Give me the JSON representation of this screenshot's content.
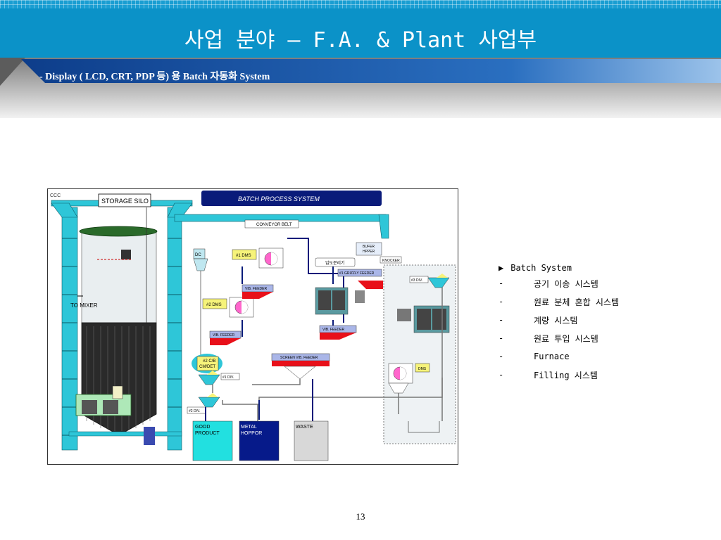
{
  "slide": {
    "title": "사업 분야 – F.A. & Plant 사업부",
    "subtitle": "- Display ( LCD, CRT, PDP 등) 용 Batch 자동화 System",
    "page_number": "13"
  },
  "diagram": {
    "banner": "BATCH PROCESS SYSTEM",
    "storage_silo": "STORAGE SILO",
    "ccc": "CCC",
    "conveyor_belt": "CONVEYOR BELT",
    "to_mixer": "TO MIXER",
    "dms1": "#1 DMS",
    "dms2": "#2 DMS",
    "dms3": "DMS",
    "dc": "DC",
    "vib_feeder": "VIB. FEEDER",
    "grizzly_feeder": "#1 GRIZZLY FEEDER",
    "screen_feeder": "SCREEN VIB. FEEDER",
    "buffer_hopper_1": "BUFER",
    "buffer_hopper_2": "HPPER",
    "knocker": "KNOCKER",
    "korean_box": "입도분리기",
    "cmdet_1": "#2 C/B",
    "cmdet_2": "CM/DET",
    "div1": "#1 DIV.",
    "div2": "#2 DIV.",
    "div3": "#3 DIV.",
    "good_product_1": "GOOD",
    "good_product_2": "PRODUCT",
    "metal_hopper_1": "METAL",
    "metal_hopper_2": "HOPPOR",
    "waste": "WASTE"
  },
  "legend": {
    "arrow": "▶",
    "heading": "Batch System",
    "items": [
      {
        "dash": "-",
        "text": "공기 이송 시스템"
      },
      {
        "dash": "-",
        "text": "원료 분체 혼합 시스템"
      },
      {
        "dash": "-",
        "text": "계량 시스템"
      },
      {
        "dash": "-",
        "text": "원료 투입 시스템"
      },
      {
        "dash": "-",
        "text": "Furnace"
      },
      {
        "dash": "-",
        "text": "Filling 시스템"
      }
    ]
  },
  "colors": {
    "banner": "#0b92c8",
    "structure_cyan": "#2ec6d8",
    "navy": "#0a1b7a",
    "feeder_red": "#e8101a",
    "product_cyan": "#22e0e0",
    "metal_navy": "#061a8a",
    "waste_gray": "#d8d8d8"
  }
}
